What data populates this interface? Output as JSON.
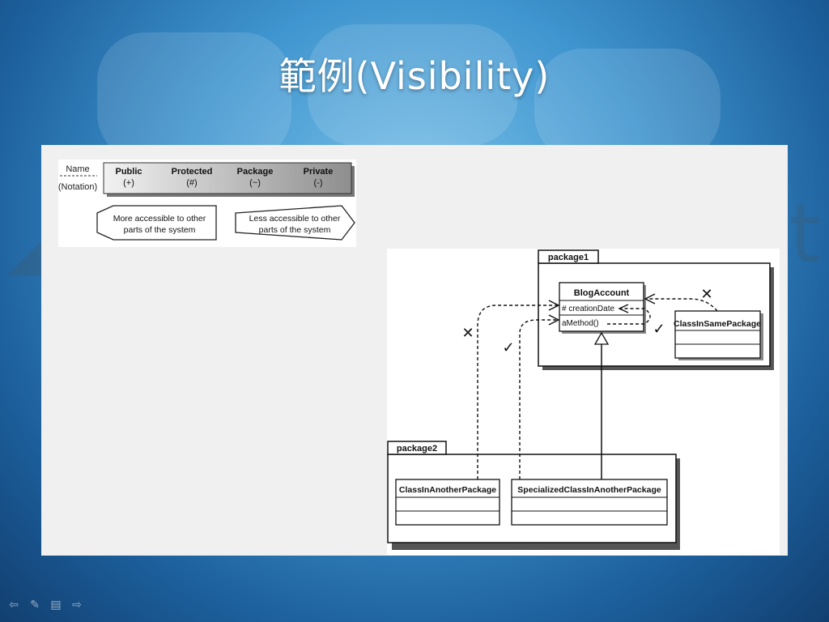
{
  "slide": {
    "title": "範例(Visibility)"
  },
  "legend": {
    "name_label": "Name",
    "notation_label": "(Notation)",
    "columns": [
      {
        "name": "Public",
        "notation": "(+)"
      },
      {
        "name": "Protected",
        "notation": "(#)"
      },
      {
        "name": "Package",
        "notation": "(~)"
      },
      {
        "name": "Private",
        "notation": "(-)"
      }
    ],
    "more_accessible": [
      "More accessible to other",
      "parts of the system"
    ],
    "less_accessible": [
      "Less accessible to other",
      "parts of the system"
    ]
  },
  "uml": {
    "package1": "package1",
    "package2": "package2",
    "blog_class": "BlogAccount",
    "blog_attribute": "# creationDate",
    "blog_method": "aMethod()",
    "same_package_class": "ClassInSamePackage",
    "another_package_class": "ClassInAnotherPackage",
    "specialized_class": "SpecializedClassInAnotherPackage",
    "allowed_mark": "✓",
    "denied_mark": "✕"
  },
  "nav": {
    "prev_icon": "⇦",
    "pen_icon": "✎",
    "menu_icon": "▤",
    "next_icon": "⇨"
  }
}
